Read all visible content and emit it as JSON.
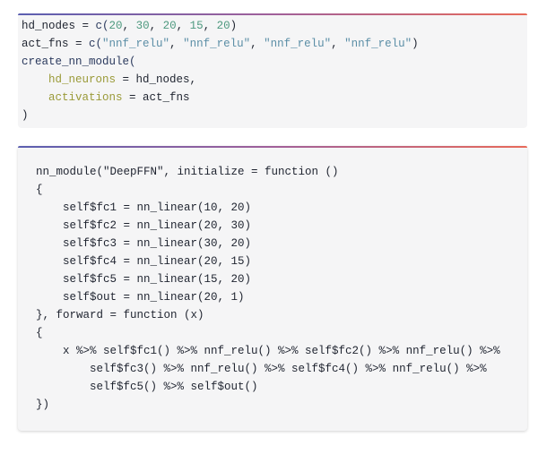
{
  "block1": {
    "lines": [
      [
        {
          "t": "hd_nodes = ",
          "c": "plain"
        },
        {
          "t": "c(",
          "c": "fn"
        },
        {
          "t": "20",
          "c": "num"
        },
        {
          "t": ", ",
          "c": "plain"
        },
        {
          "t": "30",
          "c": "num"
        },
        {
          "t": ", ",
          "c": "plain"
        },
        {
          "t": "20",
          "c": "num"
        },
        {
          "t": ", ",
          "c": "plain"
        },
        {
          "t": "15",
          "c": "num"
        },
        {
          "t": ", ",
          "c": "plain"
        },
        {
          "t": "20",
          "c": "num"
        },
        {
          "t": ")",
          "c": "plain"
        }
      ],
      [
        {
          "t": "act_fns = ",
          "c": "plain"
        },
        {
          "t": "c(",
          "c": "fn"
        },
        {
          "t": "\"nnf_relu\"",
          "c": "str"
        },
        {
          "t": ", ",
          "c": "plain"
        },
        {
          "t": "\"nnf_relu\"",
          "c": "str"
        },
        {
          "t": ", ",
          "c": "plain"
        },
        {
          "t": "\"nnf_relu\"",
          "c": "str"
        },
        {
          "t": ", ",
          "c": "plain"
        },
        {
          "t": "\"nnf_relu\"",
          "c": "str"
        },
        {
          "t": ")",
          "c": "plain"
        }
      ],
      [
        {
          "t": "create_nn_module(",
          "c": "fn"
        }
      ],
      [
        {
          "t": "    ",
          "c": "plain"
        },
        {
          "t": "hd_neurons",
          "c": "arg"
        },
        {
          "t": " = hd_nodes,",
          "c": "plain"
        }
      ],
      [
        {
          "t": "    ",
          "c": "plain"
        },
        {
          "t": "activations",
          "c": "arg"
        },
        {
          "t": " = act_fns",
          "c": "plain"
        }
      ],
      [
        {
          "t": ")",
          "c": "plain"
        }
      ]
    ]
  },
  "block2": {
    "lines": [
      "nn_module(\"DeepFFN\", initialize = function ()",
      "{",
      "    self$fc1 = nn_linear(10, 20)",
      "    self$fc2 = nn_linear(20, 30)",
      "    self$fc3 = nn_linear(30, 20)",
      "    self$fc4 = nn_linear(20, 15)",
      "    self$fc5 = nn_linear(15, 20)",
      "    self$out = nn_linear(20, 1)",
      "}, forward = function (x)",
      "{",
      "    x %>% self$fc1() %>% nnf_relu() %>% self$fc2() %>% nnf_relu() %>%",
      "        self$fc3() %>% nnf_relu() %>% self$fc4() %>% nnf_relu() %>%",
      "        self$fc5() %>% self$out()",
      "})"
    ]
  }
}
